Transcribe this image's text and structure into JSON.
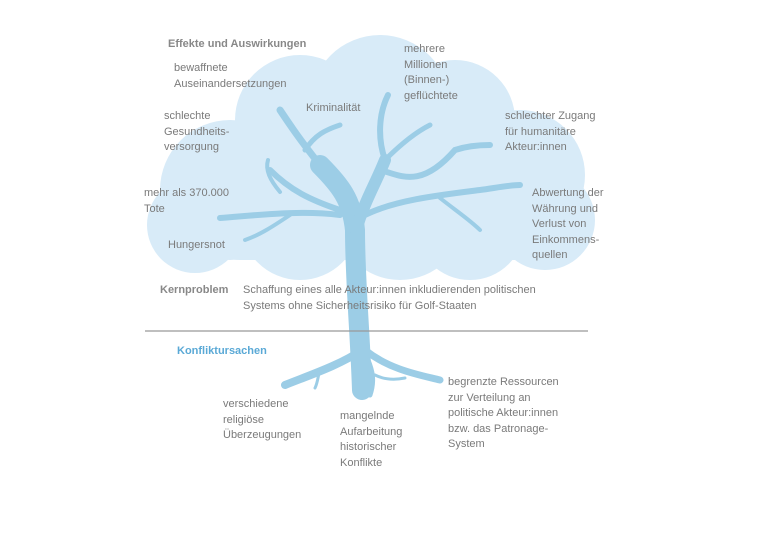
{
  "colors": {
    "cloud": "#d8ebf8",
    "tree": "#9ccde6",
    "text": "#7a7a7a",
    "accent": "#5aa9d6",
    "divider": "#999999"
  },
  "effects": {
    "heading": "Effekte und Auswirkungen",
    "items": [
      "bewaffnete\nAuseinandersetzungen",
      "mehrere\nMillionen\n(Binnen-)\ngeflüchtete",
      "Kriminalität",
      "schlechte\nGesundheits-\nversorgung",
      "schlechter Zugang\nfür humanitäre\nAkteur:innen",
      "mehr als 370.000\nTote",
      "Abwertung der\nWährung und\nVerlust von\nEinkommens-\nquellen",
      "Hungersnot"
    ]
  },
  "core": {
    "label": "Kernproblem",
    "text": "Schaffung eines alle Akteur:innen inkludierenden politischen\nSystems ohne Sicherheitsrisiko für Golf-Staaten"
  },
  "causes": {
    "heading": "Konfliktursachen",
    "items": [
      "verschiedene\nreligiöse\nÜberzeugungen",
      "mangelnde\nAufarbeitung\nhistorischer\nKonflikte",
      "begrenzte Ressourcen\nzur Verteilung an\npolitische Akteur:innen\nbzw. das Patronage-\nSystem"
    ]
  }
}
